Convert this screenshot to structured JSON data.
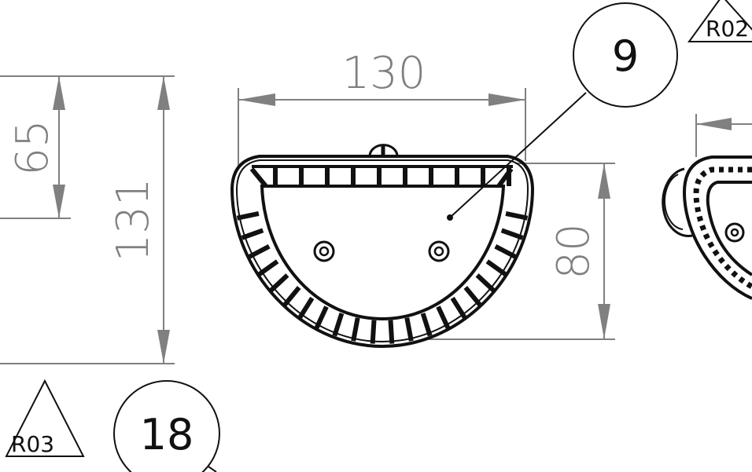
{
  "dimensions": {
    "d65": "65",
    "d131": "131",
    "d130": "130",
    "d80": "80"
  },
  "balloons": {
    "b9": "9",
    "b18": "18"
  },
  "revisions": {
    "r02": "R02",
    "r03": "R03"
  },
  "colors": {
    "dimension": "#808080",
    "geometry": "#111111"
  }
}
